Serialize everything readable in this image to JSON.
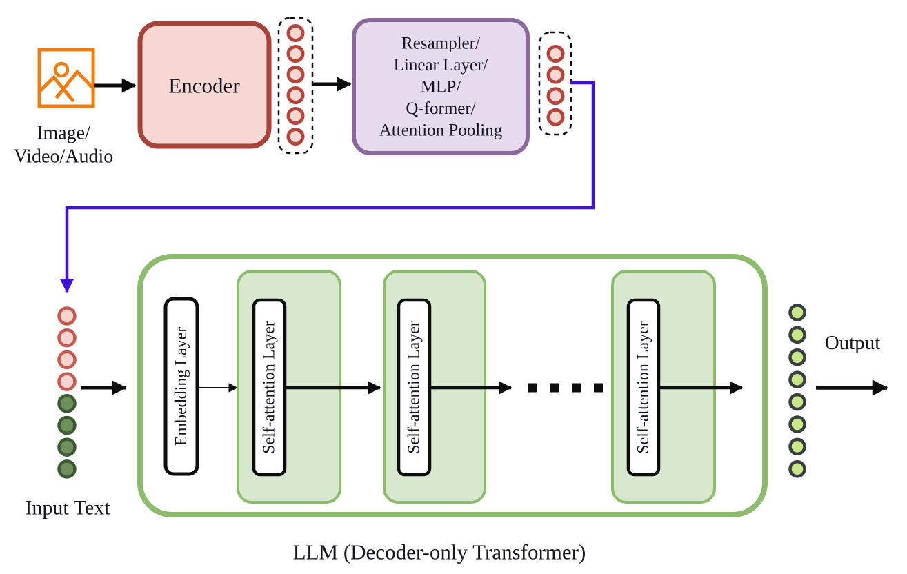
{
  "figure": {
    "caption": "LLM (Decoder-only Transformer)",
    "media_input": {
      "line1": "Image/",
      "line2": "Video/Audio"
    },
    "encoder_label": "Encoder",
    "projector_lines": [
      "Resampler/",
      "Linear Layer/",
      "MLP/",
      "Q-former/",
      "Attention Pooling"
    ],
    "input_text_label": "Input Text",
    "output_label": "Output",
    "embedding_label": "Embedding Layer",
    "self_attention_label": "Self-attention Layer"
  },
  "tokens": {
    "encoder_tokens": 6,
    "projected_tokens": 4,
    "input_pink_tokens": 4,
    "input_green_tokens": 4,
    "output_tokens": 8,
    "ellipsis_dots": 4
  },
  "colors": {
    "orange_icon": "#ee7d12",
    "encoder_fill": "#f7d8d2",
    "encoder_border": "#a94238",
    "token_pink_fill": "#f6d8d2",
    "token_pink_border": "#b4453b",
    "projector_fill": "#e7dcee",
    "projector_border": "#8d689f",
    "blue_arrow": "#3f10d7",
    "llm_border": "#8cbb6d",
    "attention_block_fill": "#d8e8ce",
    "attention_block_border": "#8cbb6d",
    "input_pink_fill": "#f6d4d0",
    "input_pink_border": "#c75850",
    "input_green_fill": "#6f8f5c",
    "input_green_border": "#3d5936",
    "output_fill": "#c8e687",
    "output_border": "#393e44",
    "black": "#0d0d0d",
    "white": "#ffffff"
  }
}
